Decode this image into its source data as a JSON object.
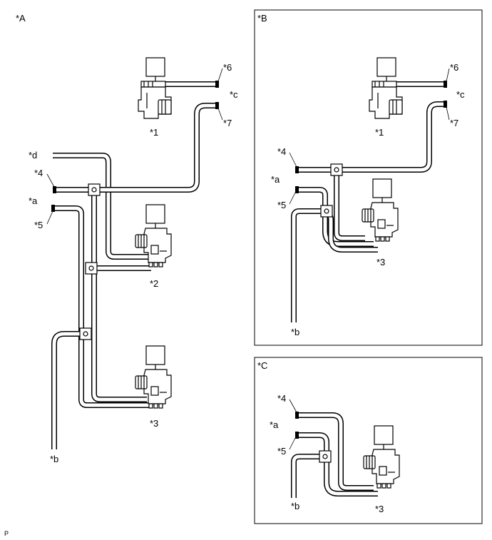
{
  "panels": {
    "a": {
      "label": "*A"
    },
    "b": {
      "label": "*B"
    },
    "c": {
      "label": "*C"
    }
  },
  "callouts": {
    "p1": "*1",
    "p2": "*2",
    "p3": "*3",
    "p4": "*4",
    "p5": "*5",
    "p6": "*6",
    "p7": "*7",
    "ca": "*a",
    "cb": "*b",
    "cc": "*c",
    "cd": "*d"
  },
  "footer_code": "P",
  "colors": {
    "line": "#000000",
    "background": "#ffffff"
  }
}
